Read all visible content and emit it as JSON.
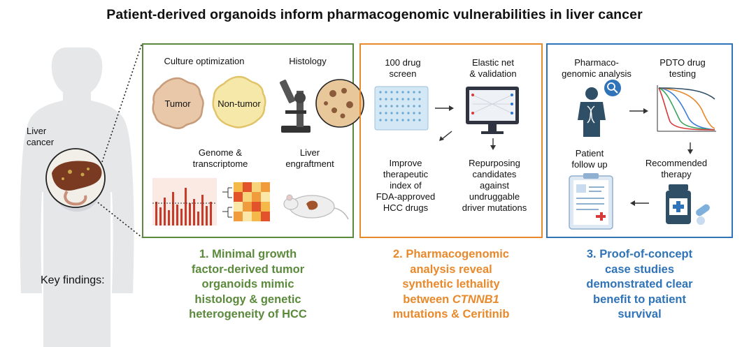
{
  "title": "Patient-derived organoids inform pharmacogenomic vulnerabilities in liver cancer",
  "body_label": "Liver\ncancer",
  "key_findings_label": "Key findings:",
  "colors": {
    "green": "#5b8a3c",
    "orange": "#e8892b",
    "blue": "#2f73b8"
  },
  "panel1": {
    "culture_label": "Culture optimization",
    "histology_label": "Histology",
    "tumor_label": "Tumor",
    "nontumor_label": "Non-tumor",
    "genome_label": "Genome &\ntranscriptome",
    "engraft_label": "Liver\nengraftment"
  },
  "panel2": {
    "screen_label": "100 drug\nscreen",
    "elastic_label": "Elastic net\n& validation",
    "improve_label": "Improve\ntherapeutic\nindex of\nFDA-approved\nHCC drugs",
    "repurpose_label": "Repurposing\ncandidates\nagainst\nundruggable\ndriver mutations"
  },
  "panel3": {
    "pharmaco_label": "Pharmaco-\ngenomic analysis",
    "pdto_label": "PDTO drug\ntesting",
    "patient_label": "Patient\nfollow up",
    "therapy_label": "Recommended\ntherapy"
  },
  "findings": {
    "f1": "1. Minimal growth\nfactor-derived tumor\norganoids mimic\nhistology & genetic\nheterogeneity of HCC",
    "f2_pre": "2. Pharmacogenomic\nanalysis reveal\nsynthetic lethality\nbetween ",
    "f2_gene": "CTNNB1",
    "f2_post": "\nmutations & Ceritinib",
    "f3": "3. Proof-of-concept\ncase studies\ndemonstrated clear\nbenefit to patient\nsurvival"
  }
}
